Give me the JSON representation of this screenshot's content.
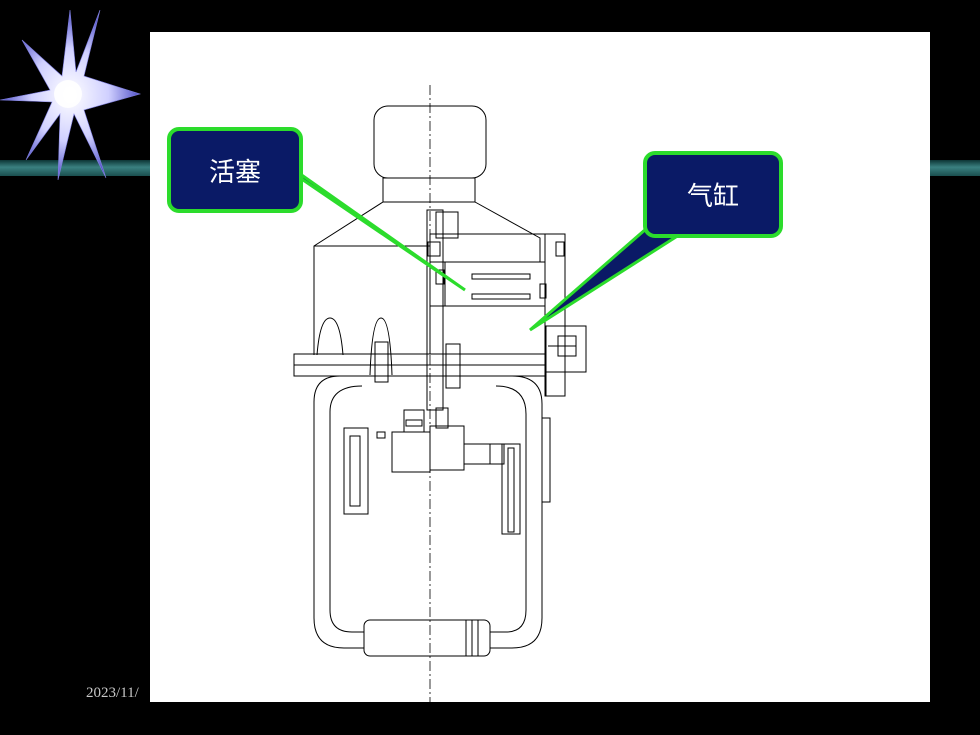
{
  "slide": {
    "date": "2023/11/",
    "callouts": {
      "piston": "活塞",
      "cylinder": "气缸"
    }
  },
  "colors": {
    "background": "#000000",
    "callout_fill": "#0a1a66",
    "callout_border": "#2cdc2c",
    "pointer": "#2cdc2c",
    "drawing_line": "#000000"
  },
  "icons": [
    "star-burst-icon"
  ]
}
